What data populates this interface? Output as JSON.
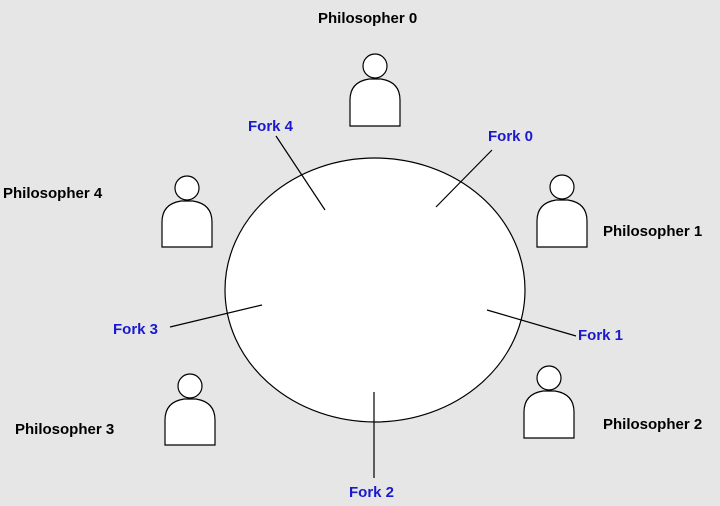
{
  "colors": {
    "background": "#e6e6e6",
    "fork_text": "#1a1acc",
    "line": "#000000",
    "table_fill": "#ffffff"
  },
  "philosophers": [
    {
      "label": "Philosopher 0",
      "icon": "person-icon"
    },
    {
      "label": "Philosopher 1",
      "icon": "person-icon"
    },
    {
      "label": "Philosopher 2",
      "icon": "person-icon"
    },
    {
      "label": "Philosopher 3",
      "icon": "person-icon"
    },
    {
      "label": "Philosopher 4",
      "icon": "person-icon"
    }
  ],
  "forks": [
    {
      "label": "Fork 0"
    },
    {
      "label": "Fork 1"
    },
    {
      "label": "Fork 2"
    },
    {
      "label": "Fork 3"
    },
    {
      "label": "Fork 4"
    }
  ]
}
